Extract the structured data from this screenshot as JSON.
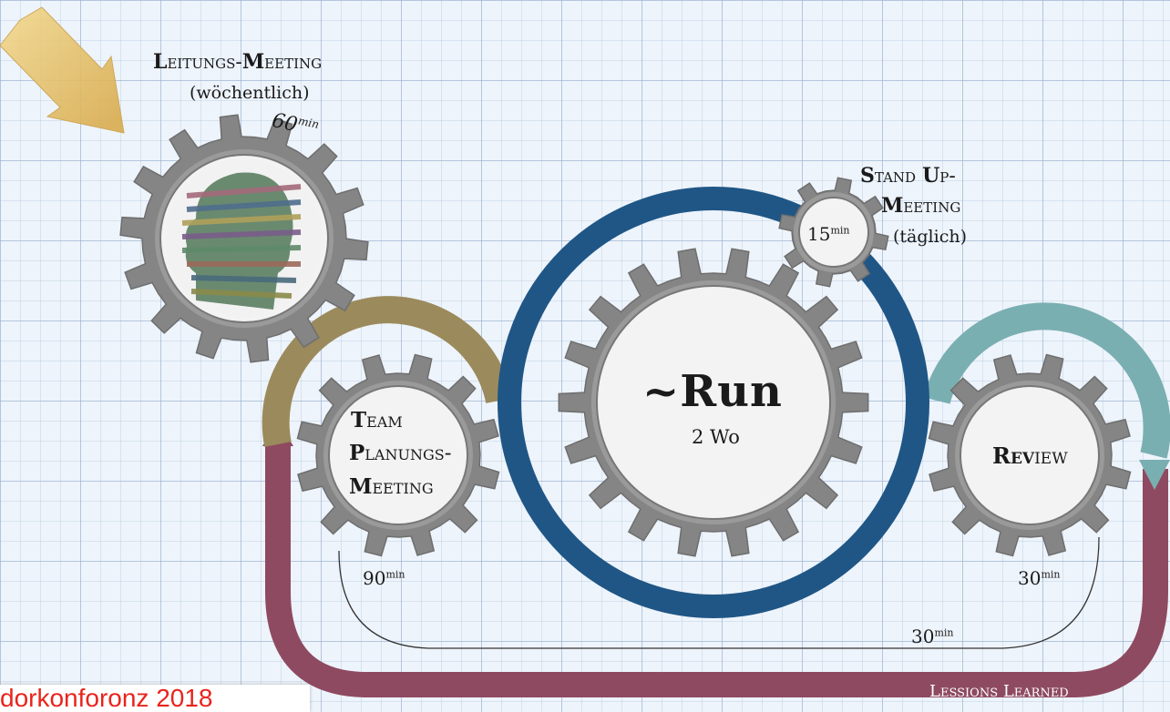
{
  "leitung": {
    "title_initial_1": "L",
    "title_part_1": "eitungs-",
    "title_initial_2": "M",
    "title_part_2": "eeting",
    "subtitle": "(wöchentlich)",
    "duration_value": "60",
    "duration_unit": "min"
  },
  "standup": {
    "line1_initial_1": "S",
    "line1_part_1": "tand ",
    "line1_initial_2": "U",
    "line1_part_2": "p-",
    "line2_initial": "M",
    "line2_part": "eeting",
    "line3": "(täglich)",
    "duration_value": "15",
    "duration_unit": "min"
  },
  "run": {
    "title": "~Run",
    "subtitle": "2 Wo"
  },
  "team": {
    "line1_initial": "T",
    "line1_part": "eam",
    "line2_initial": "P",
    "line2_part": "lanungs-",
    "line3_initial": "M",
    "line3_part": "eeting",
    "duration_value": "90",
    "duration_unit": "min"
  },
  "review": {
    "title_bold": "Rev",
    "title_rest": "iew",
    "duration_value": "30",
    "duration_unit": "min"
  },
  "bottom_span": {
    "duration_value": "30",
    "duration_unit": "min"
  },
  "lessons": {
    "initial_1": "L",
    "part_1": "essions ",
    "initial_2": "L",
    "part_2": "earned"
  },
  "footer": {
    "conference_text": "dorkonforonz 2018"
  },
  "colors": {
    "gear": "#858585",
    "gear_inner": "#f3f3f3",
    "run_ring": "#1f5686",
    "planning_arc": "#9b8a5c",
    "review_arc": "#7aafb2",
    "lessons_loop": "#8e4a60",
    "arrow": "#e8c06a",
    "conference_red": "#e8241c"
  },
  "icons": [
    "arrow-icon",
    "head-icon",
    "gear-icon"
  ]
}
